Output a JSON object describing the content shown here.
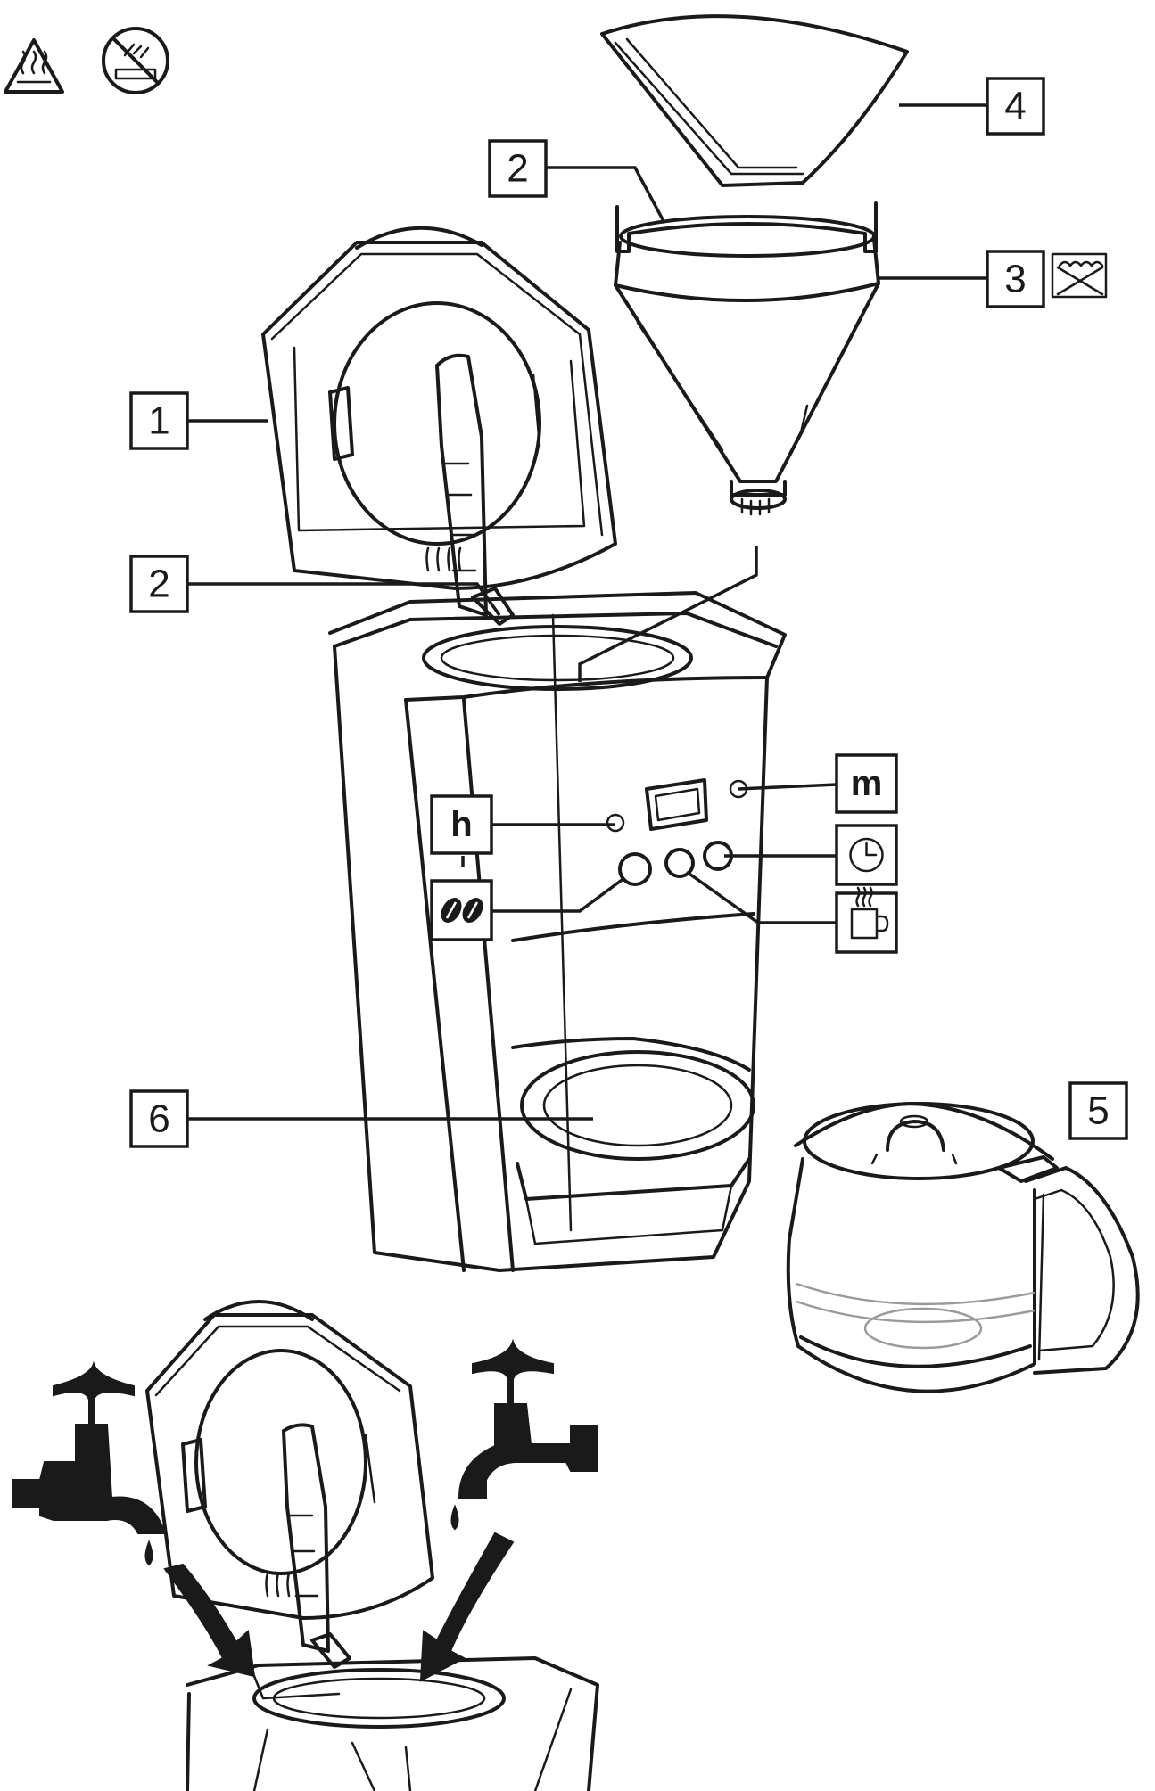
{
  "callouts": {
    "lid": "1",
    "drip_stop_upper": "2",
    "drip_stop_lid": "2",
    "filter_holder": "3",
    "paper_filter": "4",
    "jug": "5",
    "warming_plate": "6"
  },
  "control_labels": {
    "hour_button": "h",
    "minute_button": "m"
  },
  "colors": {
    "ink": "#1a1a1a",
    "background": "#ffffff",
    "glass_line": "#9a9a9a"
  },
  "icons": [
    "hot-surface-warning-icon",
    "no-water-immersion-icon",
    "dishwasher-safe-icon",
    "coffee-strength-beans-icon",
    "clock-timer-icon",
    "hot-cup-keep-warm-icon",
    "water-tap-icon",
    "water-drop-icon",
    "curved-arrow-icon"
  ]
}
